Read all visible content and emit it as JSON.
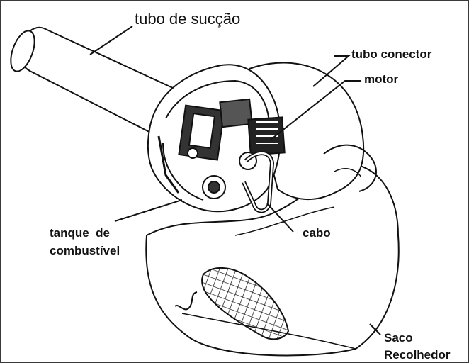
{
  "diagram": {
    "labels": {
      "suction_tube": "tubo de sucção",
      "connector_tube": "tubo conector",
      "motor": "motor",
      "fuel_tank_line1": "tanque  de",
      "fuel_tank_line2": "combustível",
      "handle": "cabo",
      "bag_line1": "Saco",
      "bag_line2": "Recolhedor"
    },
    "colors": {
      "ink": "#111111",
      "frame": "#3a3a3a",
      "mesh": "#222222"
    }
  }
}
